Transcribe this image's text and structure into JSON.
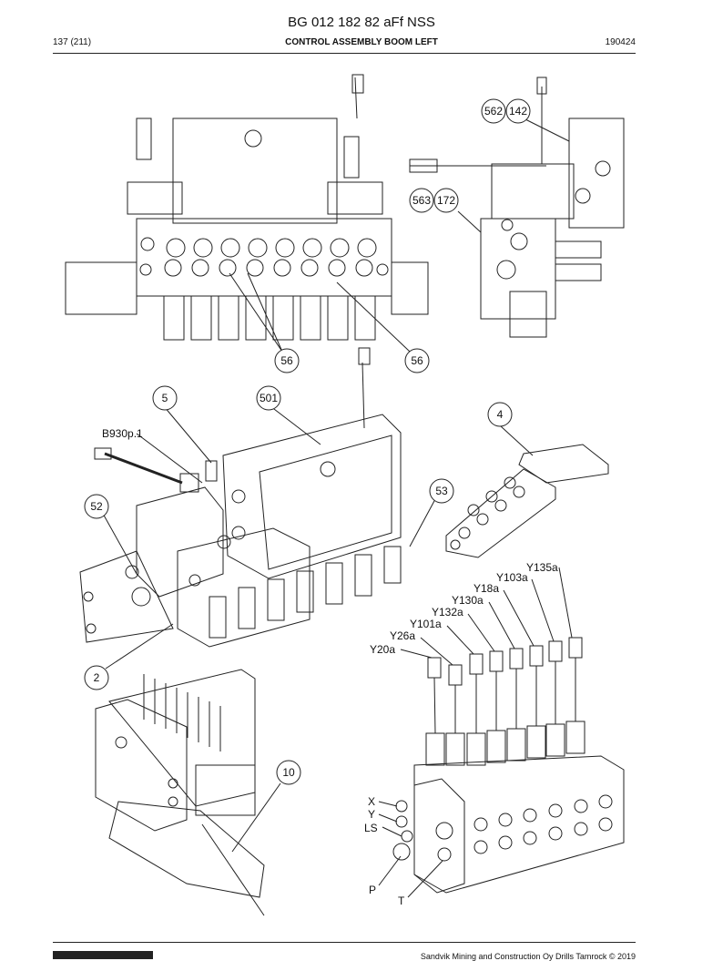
{
  "header": {
    "doc_title": "BG 012 182 82 aFf NSS",
    "page": "137 (211)",
    "section_title": "CONTROL ASSEMBLY BOOM LEFT",
    "code": "190424"
  },
  "callouts": {
    "c562": "562",
    "c142": "142",
    "c563": "563",
    "c172": "172",
    "c56a": "56",
    "c56b": "56",
    "c5": "5",
    "c501": "501",
    "c4": "4",
    "c53": "53",
    "c52": "52",
    "c2": "2",
    "c10": "10"
  },
  "labels": {
    "b930": "B930p.1",
    "y135a": "Y135a",
    "y103a": "Y103a",
    "y18a": "Y18a",
    "y130a": "Y130a",
    "y132a": "Y132a",
    "y101a": "Y101a",
    "y26a": "Y26a",
    "y20a": "Y20a",
    "x": "X",
    "y": "Y",
    "ls": "LS",
    "p": "P",
    "t": "T"
  },
  "footer": {
    "copyright": "Sandvik Mining and Construction Oy Drills Tamrock © 2019"
  }
}
